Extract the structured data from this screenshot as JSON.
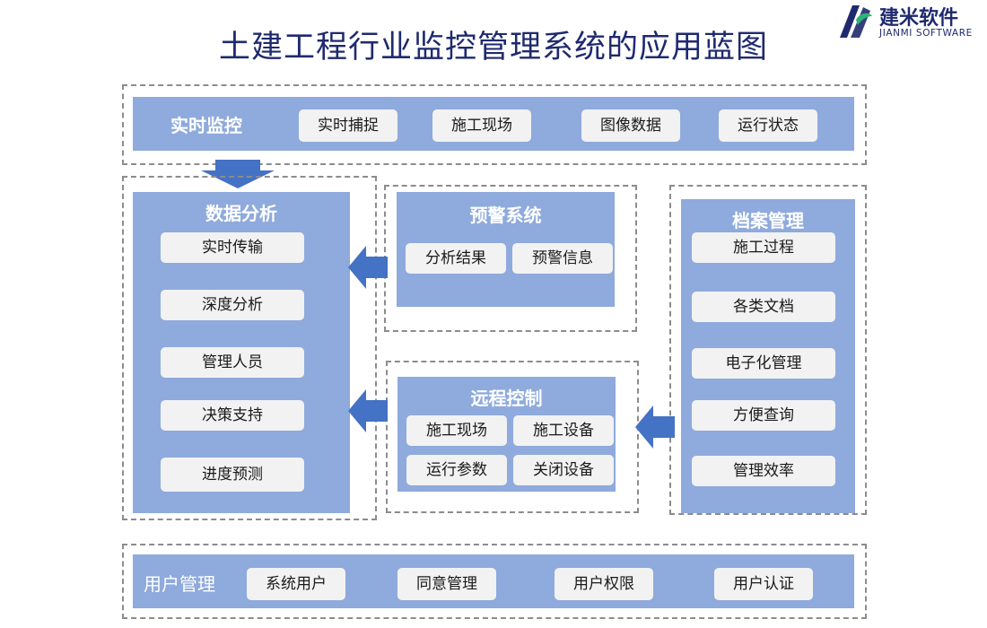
{
  "title": "土建工程行业监控管理系统的应用蓝图",
  "logo": {
    "name": "建米软件",
    "subtitle": "JIANMI SOFTWARE",
    "color": "#1f2a6e"
  },
  "colors": {
    "panel": "#8faadc",
    "pill": "#f2f2f2",
    "arrow": "#4472c4",
    "border": "#8c8c8c"
  },
  "monitor": {
    "title": "实时监控",
    "items": [
      "实时捕捉",
      "施工现场",
      "图像数据",
      "运行状态"
    ]
  },
  "analysis": {
    "title": "数据分析",
    "items": [
      "实时传输",
      "深度分析",
      "管理人员",
      "决策支持",
      "进度预测"
    ]
  },
  "warning": {
    "title": "预警系统",
    "items": [
      "分析结果",
      "预警信息"
    ]
  },
  "remote": {
    "title": "远程控制",
    "items": [
      "施工现场",
      "施工设备",
      "运行参数",
      "关闭设备"
    ]
  },
  "archive": {
    "title": "档案管理",
    "items": [
      "施工过程",
      "各类文档",
      "电子化管理",
      "方便查询",
      "管理效率"
    ]
  },
  "users": {
    "title": "用户管理",
    "items": [
      "系统用户",
      "同意管理",
      "用户权限",
      "用户认证"
    ]
  }
}
